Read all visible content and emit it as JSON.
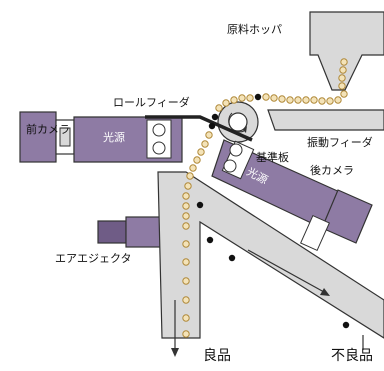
{
  "labels": {
    "hopper": "原料ホッパ",
    "roll_feeder": "ロールフィーダ",
    "reference_plate": "基準板",
    "vibration_feeder": "振動フィーダ",
    "front_camera": "前カメラ",
    "rear_camera": "後カメラ",
    "light_source_front": "光源",
    "light_source_rear": "光源",
    "air_ejector": "エアエジェクタ",
    "good": "良品",
    "defective": "不良品"
  },
  "colors": {
    "camera": "#8e7ba4",
    "camera_dark": "#6f5c86",
    "chute": "#d9d9d9",
    "grain": "#f4e3b8",
    "grain_outline": "#b08a3a",
    "defect": "#111111"
  }
}
